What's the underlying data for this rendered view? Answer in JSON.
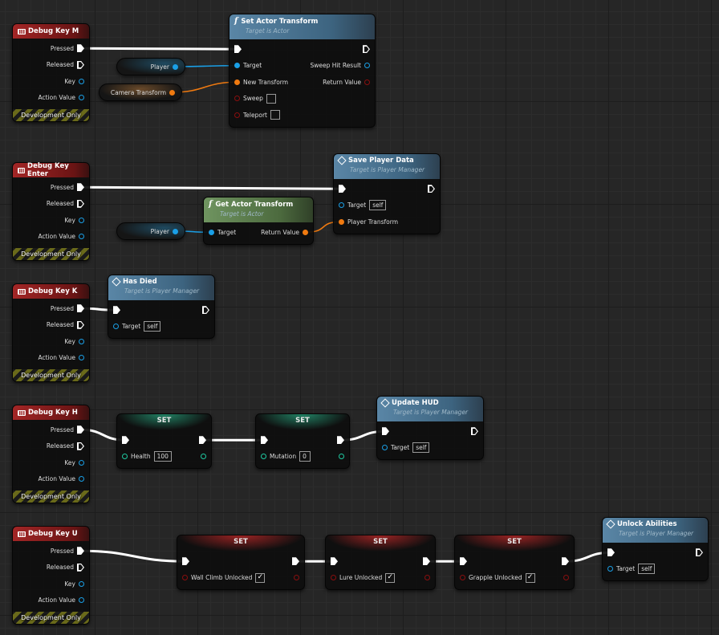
{
  "colors": {
    "exec": "#ffffff",
    "object": "#1a9fe6",
    "transform": "#f07a10",
    "bool": "#8a0f0f",
    "int": "#1fc9a0"
  },
  "nodes": [
    {
      "id": "evM",
      "kind": "event",
      "title": "Debug Key M",
      "icon": "keyboard-icon",
      "rows": [
        [
          null,
          {
            "label": "Pressed",
            "type": "exec",
            "on": true
          }
        ],
        [
          null,
          {
            "label": "Released",
            "type": "exec"
          }
        ],
        [
          null,
          {
            "label": "Key",
            "type": "object"
          }
        ],
        [
          null,
          {
            "label": "Action Value",
            "type": "object"
          }
        ]
      ],
      "footer": "Development Only"
    },
    {
      "id": "varP1",
      "kind": "var",
      "title": "Player",
      "type": "object"
    },
    {
      "id": "varCam",
      "kind": "var",
      "title": "Camera Transform",
      "type": "transform"
    },
    {
      "id": "sat",
      "kind": "func",
      "title": "Set Actor Transform",
      "subtitle": "Target is Actor",
      "icon": "function-icon",
      "rows": [
        [
          {
            "type": "exec",
            "on": true
          },
          {
            "type": "exec"
          }
        ],
        [
          {
            "label": "Target",
            "type": "object",
            "on": true
          },
          {
            "label": "Sweep Hit Result",
            "type": "object"
          }
        ],
        [
          {
            "label": "New Transform",
            "type": "transform",
            "on": true
          },
          {
            "label": "Return Value",
            "type": "bool"
          }
        ],
        [
          {
            "label": "Sweep",
            "type": "bool",
            "checkbox": false
          },
          null
        ],
        [
          {
            "label": "Teleport",
            "type": "bool",
            "checkbox": false
          },
          null
        ]
      ]
    },
    {
      "id": "evEnter",
      "kind": "event",
      "title": "Debug Key Enter",
      "icon": "keyboard-icon",
      "rows": [
        [
          null,
          {
            "label": "Pressed",
            "type": "exec",
            "on": true
          }
        ],
        [
          null,
          {
            "label": "Released",
            "type": "exec"
          }
        ],
        [
          null,
          {
            "label": "Key",
            "type": "object"
          }
        ],
        [
          null,
          {
            "label": "Action Value",
            "type": "object"
          }
        ]
      ],
      "footer": "Development Only"
    },
    {
      "id": "varP2",
      "kind": "var",
      "title": "Player",
      "type": "object"
    },
    {
      "id": "gat",
      "kind": "func",
      "pure": true,
      "title": "Get Actor Transform",
      "subtitle": "Target is Actor",
      "icon": "function-icon",
      "rows": [
        [
          {
            "label": "Target",
            "type": "object",
            "on": true
          },
          {
            "label": "Return Value",
            "type": "transform",
            "on": true
          }
        ]
      ]
    },
    {
      "id": "spd",
      "kind": "func",
      "title": "Save Player Data",
      "subtitle": "Target is Player Manager",
      "icon": "event-call-icon",
      "rows": [
        [
          {
            "type": "exec",
            "on": true
          },
          {
            "type": "exec"
          }
        ],
        [
          {
            "label": "Target",
            "type": "object",
            "value": "self"
          },
          null
        ],
        [
          {
            "label": "Player Transform",
            "type": "transform",
            "on": true
          },
          null
        ]
      ]
    },
    {
      "id": "evK",
      "kind": "event",
      "title": "Debug Key K",
      "icon": "keyboard-icon",
      "rows": [
        [
          null,
          {
            "label": "Pressed",
            "type": "exec",
            "on": true
          }
        ],
        [
          null,
          {
            "label": "Released",
            "type": "exec"
          }
        ],
        [
          null,
          {
            "label": "Key",
            "type": "object"
          }
        ],
        [
          null,
          {
            "label": "Action Value",
            "type": "object"
          }
        ]
      ],
      "footer": "Development Only"
    },
    {
      "id": "hd",
      "kind": "func",
      "title": "Has Died",
      "subtitle": "Target is Player Manager",
      "icon": "event-call-icon",
      "rows": [
        [
          {
            "type": "exec",
            "on": true
          },
          {
            "type": "exec"
          }
        ],
        [
          {
            "label": "Target",
            "type": "object",
            "value": "self"
          },
          null
        ]
      ]
    },
    {
      "id": "evH",
      "kind": "event",
      "title": "Debug Key H",
      "icon": "keyboard-icon",
      "rows": [
        [
          null,
          {
            "label": "Pressed",
            "type": "exec",
            "on": true
          }
        ],
        [
          null,
          {
            "label": "Released",
            "type": "exec"
          }
        ],
        [
          null,
          {
            "label": "Key",
            "type": "object"
          }
        ],
        [
          null,
          {
            "label": "Action Value",
            "type": "object"
          }
        ]
      ],
      "footer": "Development Only"
    },
    {
      "id": "setH",
      "kind": "set",
      "title": "SET",
      "tint": "int",
      "rows": [
        [
          {
            "type": "exec",
            "on": true
          },
          {
            "type": "exec",
            "on": true
          }
        ],
        [
          {
            "label": "Health",
            "type": "int",
            "value": "100"
          },
          {
            "type": "int"
          }
        ]
      ]
    },
    {
      "id": "setM",
      "kind": "set",
      "title": "SET",
      "tint": "int",
      "rows": [
        [
          {
            "type": "exec",
            "on": true
          },
          {
            "type": "exec",
            "on": true
          }
        ],
        [
          {
            "label": "Mutation",
            "type": "int",
            "value": "0"
          },
          {
            "type": "int"
          }
        ]
      ]
    },
    {
      "id": "uhud",
      "kind": "func",
      "title": "Update HUD",
      "subtitle": "Target is Player Manager",
      "icon": "event-call-icon",
      "rows": [
        [
          {
            "type": "exec",
            "on": true
          },
          {
            "type": "exec"
          }
        ],
        [
          {
            "label": "Target",
            "type": "object",
            "value": "self"
          },
          null
        ]
      ]
    },
    {
      "id": "evU",
      "kind": "event",
      "title": "Debug Key U",
      "icon": "keyboard-icon",
      "rows": [
        [
          null,
          {
            "label": "Pressed",
            "type": "exec",
            "on": true
          }
        ],
        [
          null,
          {
            "label": "Released",
            "type": "exec"
          }
        ],
        [
          null,
          {
            "label": "Key",
            "type": "object"
          }
        ],
        [
          null,
          {
            "label": "Action Value",
            "type": "object"
          }
        ]
      ],
      "footer": "Development Only"
    },
    {
      "id": "setW",
      "kind": "set",
      "title": "SET",
      "tint": "bool",
      "rows": [
        [
          {
            "type": "exec",
            "on": true
          },
          {
            "type": "exec",
            "on": true
          }
        ],
        [
          {
            "label": "Wall Climb Unlocked",
            "type": "bool",
            "checkbox": true
          },
          {
            "type": "bool"
          }
        ]
      ]
    },
    {
      "id": "setL",
      "kind": "set",
      "title": "SET",
      "tint": "bool",
      "rows": [
        [
          {
            "type": "exec",
            "on": true
          },
          {
            "type": "exec",
            "on": true
          }
        ],
        [
          {
            "label": "Lure Unlocked",
            "type": "bool",
            "checkbox": true
          },
          {
            "type": "bool"
          }
        ]
      ]
    },
    {
      "id": "setG",
      "kind": "set",
      "title": "SET",
      "tint": "bool",
      "rows": [
        [
          {
            "type": "exec",
            "on": true
          },
          {
            "type": "exec",
            "on": true
          }
        ],
        [
          {
            "label": "Grapple Unlocked",
            "type": "bool",
            "checkbox": true
          },
          {
            "type": "bool"
          }
        ]
      ]
    },
    {
      "id": "ua",
      "kind": "func",
      "title": "Unlock Abilities",
      "subtitle": "Target is Player Manager",
      "icon": "event-call-icon",
      "rows": [
        [
          {
            "type": "exec",
            "on": true
          },
          {
            "type": "exec"
          }
        ],
        [
          {
            "label": "Target",
            "type": "object",
            "value": "self"
          },
          null
        ]
      ]
    }
  ],
  "links": [
    {
      "from": "evM.r0",
      "to": "sat.l0",
      "type": "exec"
    },
    {
      "from": "varP1.out",
      "to": "sat.l1",
      "type": "object"
    },
    {
      "from": "varCam.out",
      "to": "sat.l2",
      "type": "transform"
    },
    {
      "from": "evEnter.r0",
      "to": "spd.l0",
      "type": "exec"
    },
    {
      "from": "varP2.out",
      "to": "gat.l0",
      "type": "object"
    },
    {
      "from": "gat.r0",
      "to": "spd.l2",
      "type": "transform"
    },
    {
      "from": "evK.r0",
      "to": "hd.l0",
      "type": "exec"
    },
    {
      "from": "evH.r0",
      "to": "setH.l0",
      "type": "exec"
    },
    {
      "from": "setH.r0",
      "to": "setM.l0",
      "type": "exec"
    },
    {
      "from": "setM.r0",
      "to": "uhud.l0",
      "type": "exec"
    },
    {
      "from": "evU.r0",
      "to": "setW.l0",
      "type": "exec"
    },
    {
      "from": "setW.r0",
      "to": "setL.l0",
      "type": "exec"
    },
    {
      "from": "setL.r0",
      "to": "setG.l0",
      "type": "exec"
    },
    {
      "from": "setG.r0",
      "to": "ua.l0",
      "type": "exec"
    }
  ]
}
